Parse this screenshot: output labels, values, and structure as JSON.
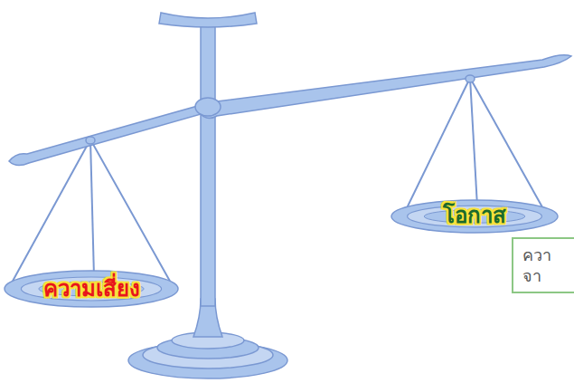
{
  "diagram": {
    "nodes": [
      {
        "text": [
          "โอกาส"
        ]
      },
      {
        "text": [
          "ควา จา"
        ]
      },
      {
        "text": [
          "ความเสี่ยง"
        ]
      }
    ]
  }
}
